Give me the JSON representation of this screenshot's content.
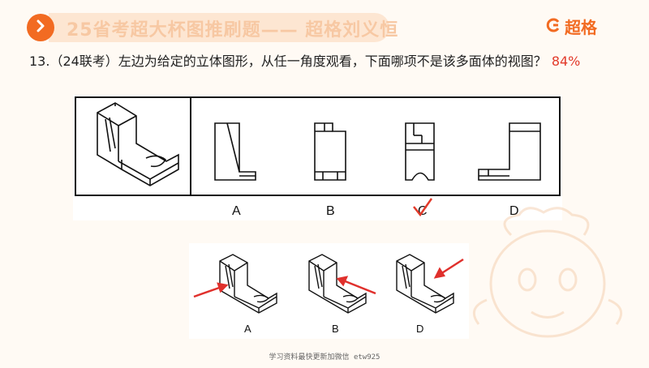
{
  "header": {
    "title": "25省考超大杯图推刷题—— 超格刘义恒",
    "brand": "超格"
  },
  "question": {
    "text": "13.（24联考）左边为给定的立体图形，从任一角度观看，下面哪项不是该多面体的视图？",
    "percent": "84%"
  },
  "options": [
    "A",
    "B",
    "C",
    "D"
  ],
  "answer": "C",
  "explanation_labels": [
    "A",
    "B",
    "D"
  ],
  "footer": "学习资料最快更新加微信 etw925",
  "colors": {
    "accent": "#f26b22",
    "correct_mark": "#e23a2a",
    "arrow": "#e0302c"
  }
}
